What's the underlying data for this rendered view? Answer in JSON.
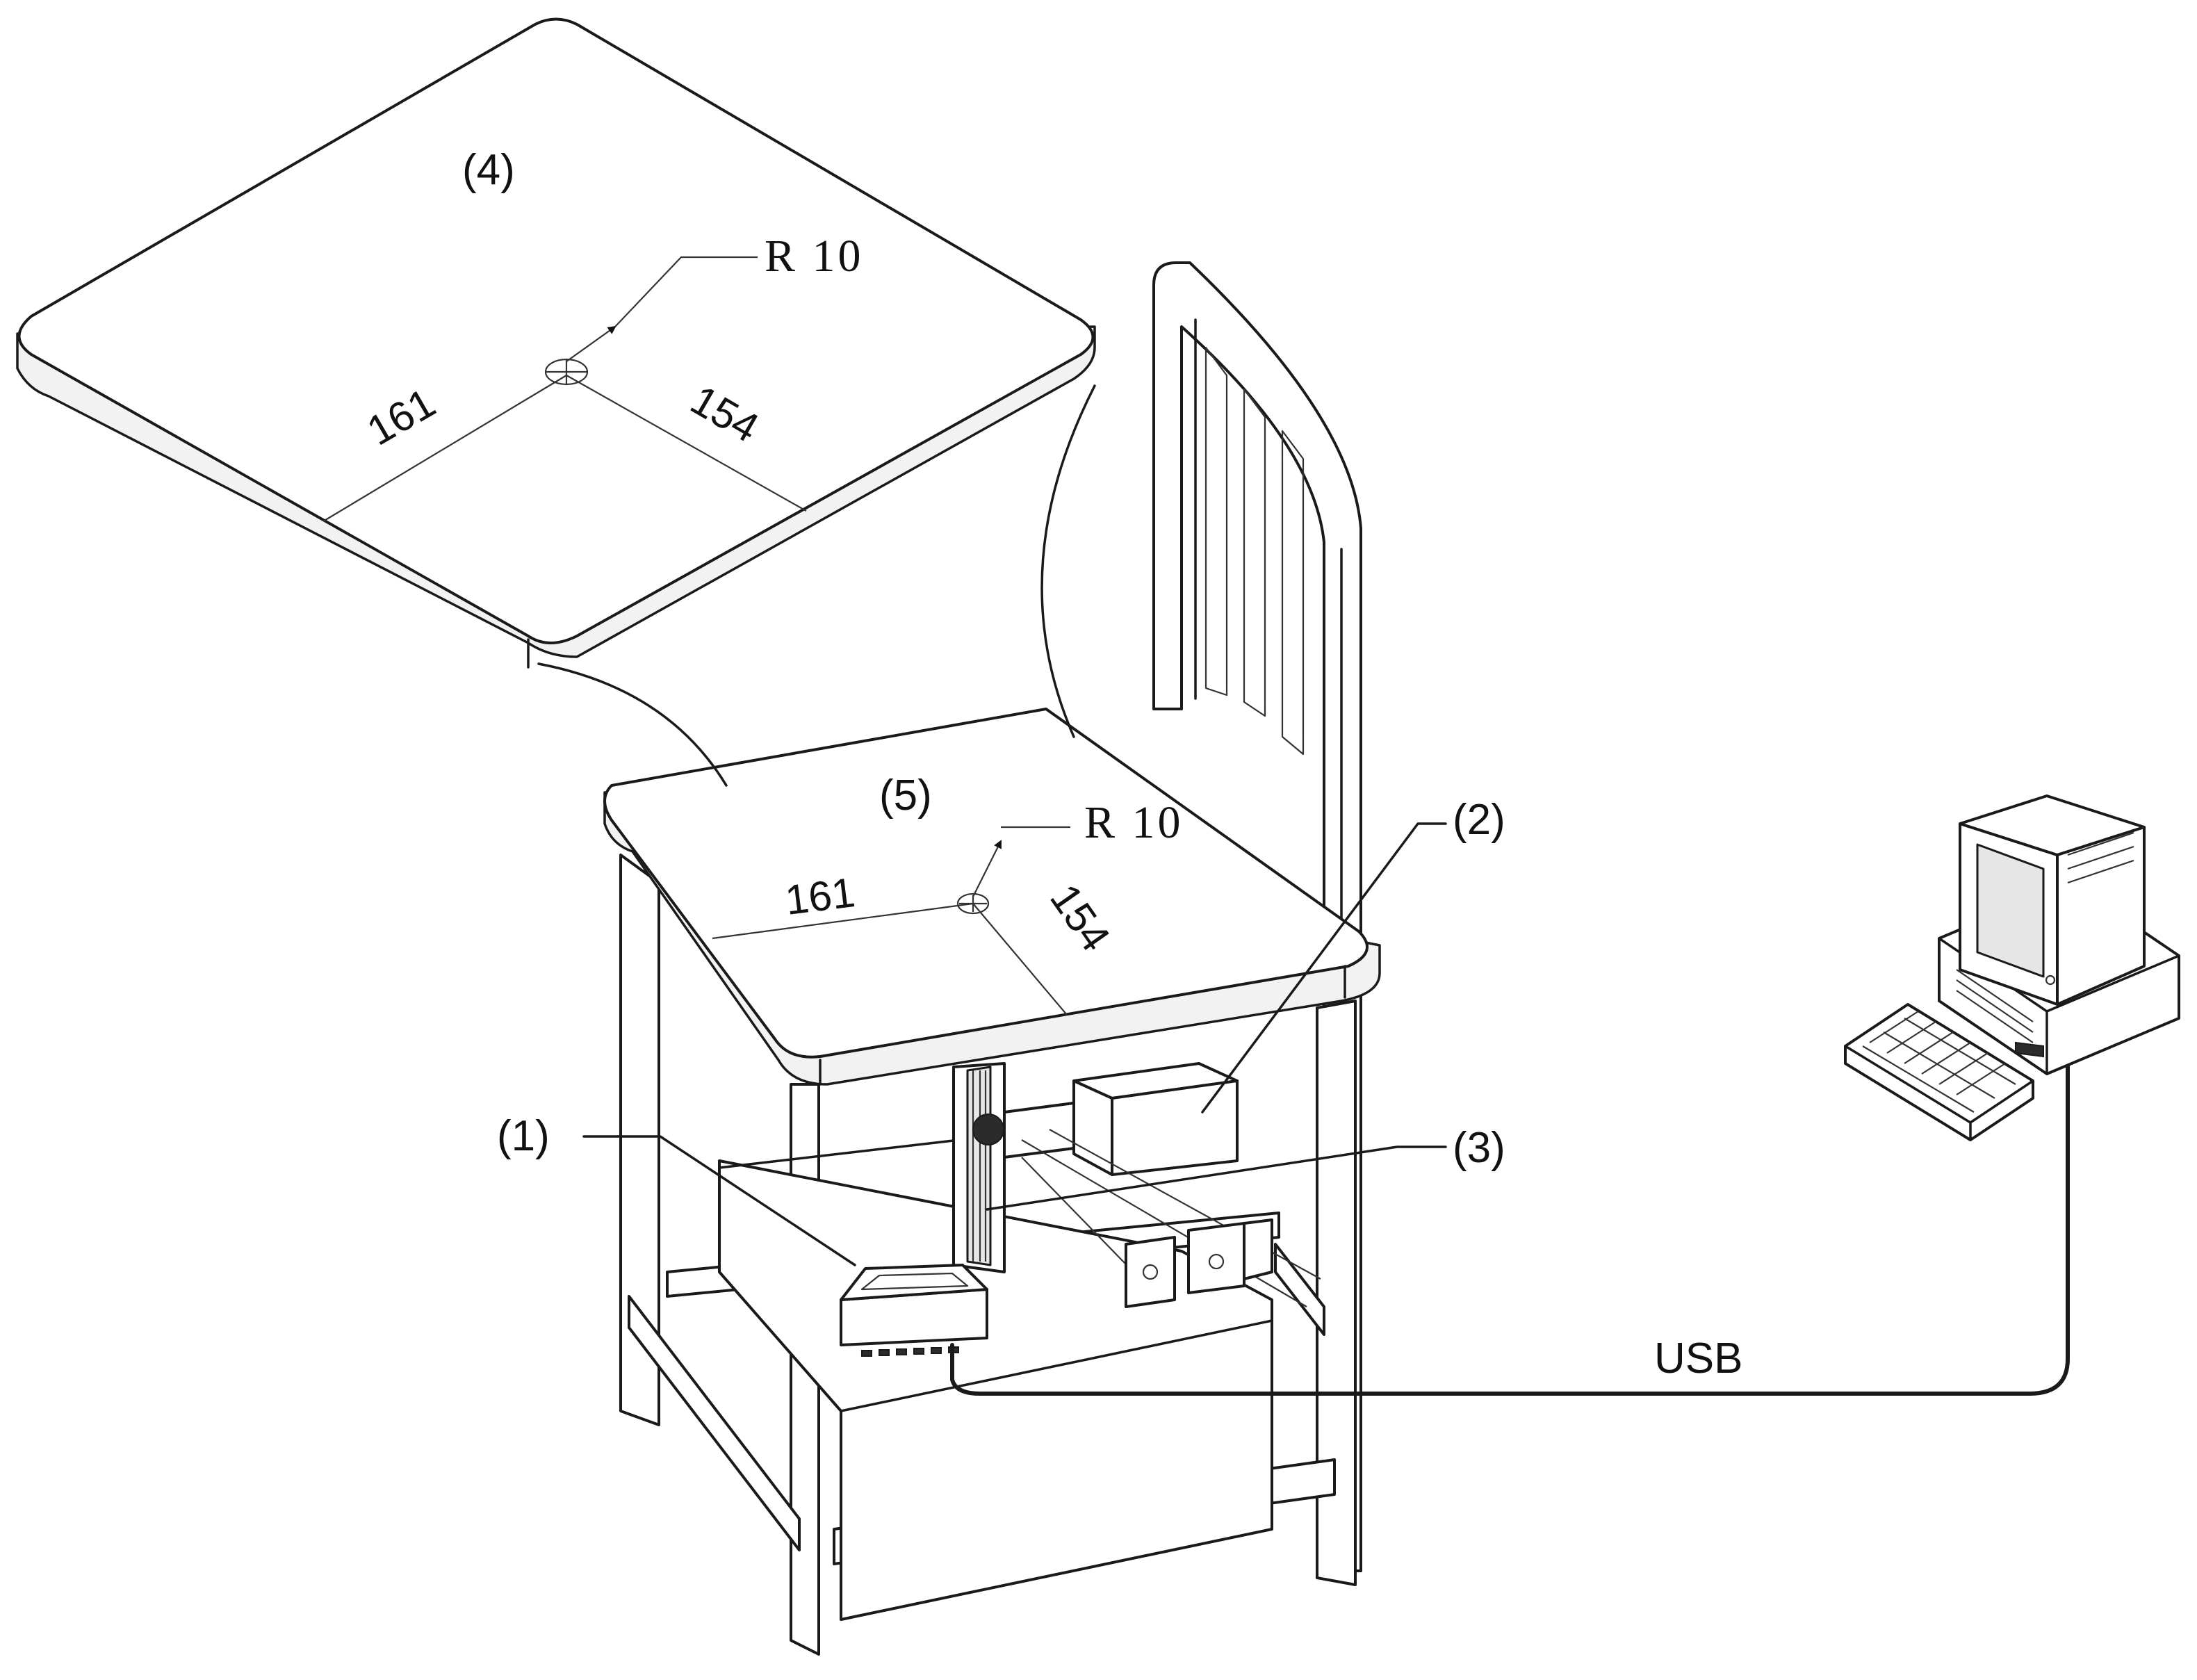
{
  "labels": {
    "part1": "(1)",
    "part2": "(2)",
    "part3": "(3)",
    "part4": "(4)",
    "part5": "(5)"
  },
  "plate_top": {
    "radius": "R 10",
    "dim_left": "161",
    "dim_right": "154"
  },
  "seat": {
    "radius": "R 10",
    "dim_left": "161",
    "dim_right": "154"
  },
  "connection": "USB",
  "icons": [
    "monitor-icon",
    "keyboard-icon",
    "computer-tower-icon"
  ]
}
